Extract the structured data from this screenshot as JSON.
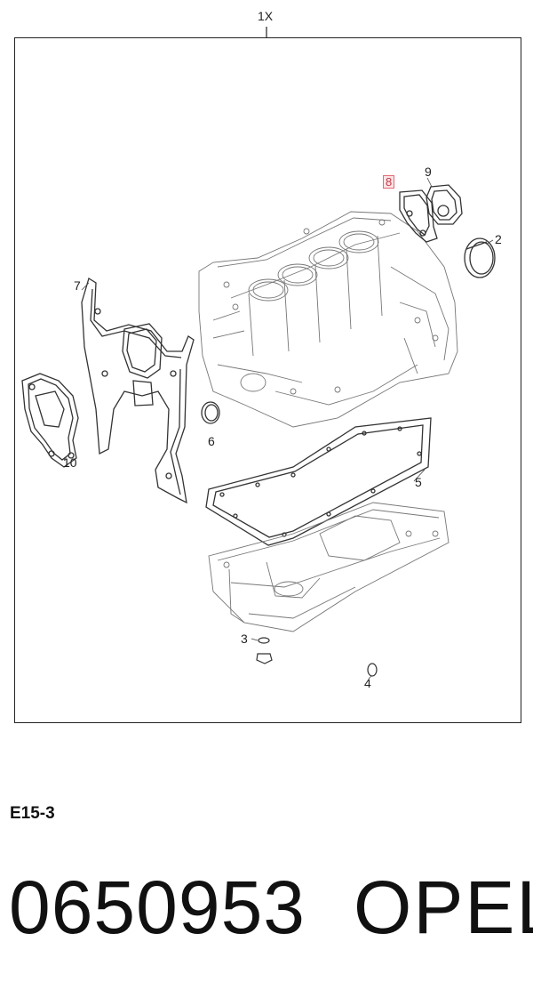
{
  "diagram": {
    "kit_label": "1X",
    "callouts": [
      {
        "id": "c1",
        "text": "2"
      },
      {
        "id": "c2",
        "text": "3"
      },
      {
        "id": "c3",
        "text": "4"
      },
      {
        "id": "c4",
        "text": "5"
      },
      {
        "id": "c5",
        "text": "6"
      },
      {
        "id": "c6",
        "text": "7"
      },
      {
        "id": "c7",
        "text": "8",
        "highlighted": true
      },
      {
        "id": "c8",
        "text": "9"
      },
      {
        "id": "c9",
        "text": "10"
      }
    ],
    "highlight_color": "#e26a75"
  },
  "footer": {
    "engine_code": "E15-3",
    "part_number": "0650953",
    "brand": "OPEL"
  }
}
